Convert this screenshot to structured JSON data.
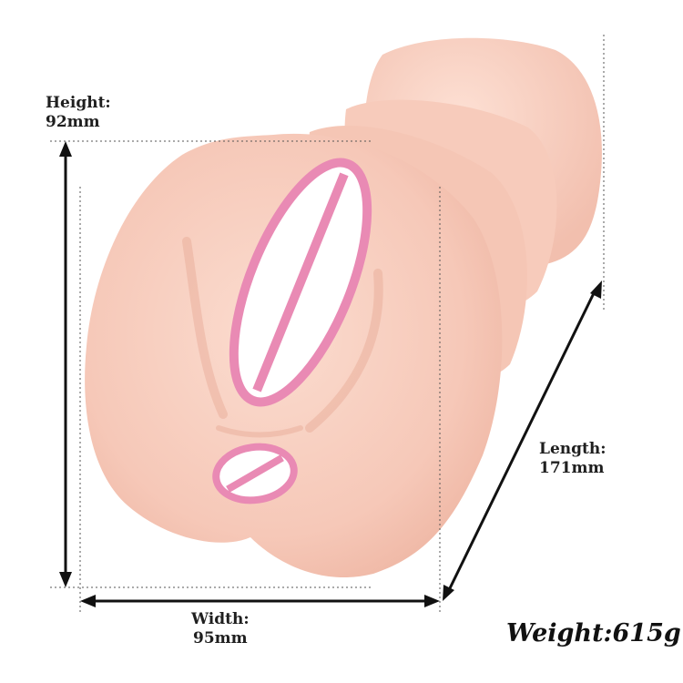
{
  "dimensions": {
    "height": {
      "label": "Height:",
      "value": "92mm"
    },
    "length": {
      "label": "Length:",
      "value": "171mm"
    },
    "width": {
      "label": "Width:",
      "value": "95mm"
    },
    "weight": {
      "text": "Weight:615g"
    }
  },
  "colors": {
    "skin": "#f7cdbf",
    "skin_shadow": "#e9ad9a",
    "censor": "#e98ab4",
    "arrow": "#111111",
    "guide": "#555555"
  }
}
